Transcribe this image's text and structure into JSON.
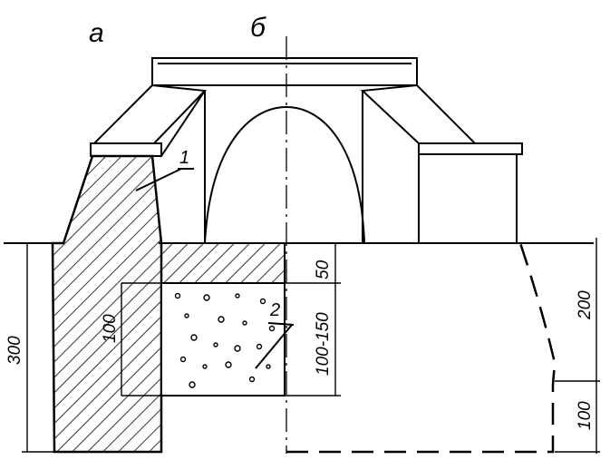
{
  "labels": {
    "view_a": "а",
    "view_b": "б",
    "callout_1": "1",
    "callout_2": "2"
  },
  "dimensions": {
    "d300": "300",
    "d100_left": "100",
    "d50": "50",
    "d100_150": "100-150",
    "d200": "200",
    "d100_right": "100"
  },
  "colors": {
    "ink": "#000000",
    "paper": "#ffffff"
  }
}
